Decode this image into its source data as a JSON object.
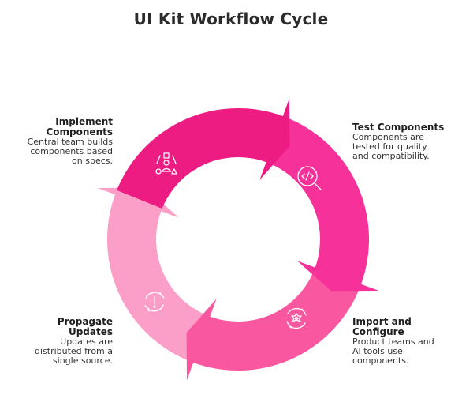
{
  "title": "UI Kit Workflow Cycle",
  "steps": [
    {
      "heading": "Implement Components",
      "heading_lines": [
        "Implement",
        "Components"
      ],
      "description_lines": [
        "Central team builds",
        "components based",
        "on specs."
      ],
      "icon": "shapes-icon",
      "color": "#EC1C82"
    },
    {
      "heading": "Test Components",
      "heading_lines": [
        "Test Components"
      ],
      "description_lines": [
        "Components are",
        "tested for quality",
        "and compatibility."
      ],
      "icon": "code-search-icon",
      "color": "#F7319A"
    },
    {
      "heading": "Import and Configure",
      "heading_lines": [
        "Import and",
        "Configure"
      ],
      "description_lines": [
        "Product teams and",
        "AI tools use",
        "components."
      ],
      "icon": "gear-cycle-icon",
      "color": "#F9579F"
    },
    {
      "heading": "Propagate Updates",
      "heading_lines": [
        "Propagate",
        "Updates"
      ],
      "description_lines": [
        "Updates are",
        "distributed from a",
        "single source."
      ],
      "icon": "sync-alert-icon",
      "color": "#FB9FC8"
    }
  ]
}
